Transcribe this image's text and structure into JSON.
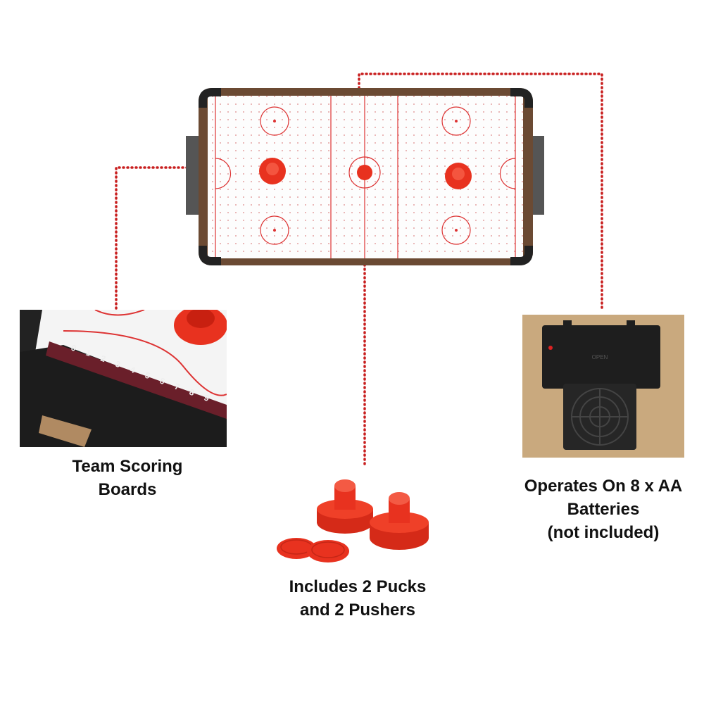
{
  "captions": {
    "scoring": [
      "Team Scoring",
      "Boards"
    ],
    "battery": [
      "Operates On 8 x AA",
      "Batteries",
      "(not included)"
    ],
    "pucks": [
      "Includes 2 Pucks",
      "and 2 Pushers"
    ]
  },
  "battery_box_label": "OPEN",
  "score_digits": [
    "0",
    "1",
    "2",
    "3",
    "4",
    "5",
    "6",
    "7",
    "8",
    "9"
  ],
  "colors": {
    "accent": "#cc1f1f",
    "puck": "#e8321f",
    "frame": "#6b4a33",
    "cork": "#c9a97e"
  }
}
